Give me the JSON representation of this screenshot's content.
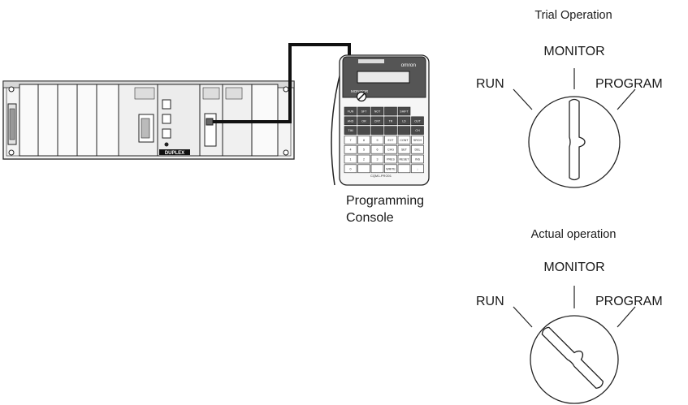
{
  "plc_rack": {
    "duplex_label": "DUPLEX"
  },
  "console": {
    "brand": "omron",
    "mode_text": "MONITOR\nRUN   PROGRAM",
    "model_text": "CQM1-PRO01",
    "caption_line1": "Programming",
    "caption_line2": "Console",
    "keys": [
      [
        "FUN",
        "SFT",
        "NOT",
        "",
        "SHIFT"
      ],
      [
        "AND",
        "OR",
        "CNT",
        "TR",
        "LD",
        "OUT"
      ],
      [
        "TIM",
        "",
        "",
        "",
        "",
        "CH"
      ],
      [
        "7",
        "8",
        "9",
        "EXT",
        "CONT",
        "SRCH"
      ],
      [
        "4",
        "5",
        "6",
        "CHG",
        "SET",
        "DEL"
      ],
      [
        "1",
        "2",
        "3",
        "PRES",
        "RESET",
        "INS"
      ],
      [
        "0",
        "",
        "",
        "WRITE",
        "",
        "↓"
      ]
    ]
  },
  "switches": [
    {
      "title": "Trial Operation",
      "left_label": "RUN",
      "top_label": "MONITOR",
      "right_label": "PROGRAM",
      "position": "MONITOR"
    },
    {
      "title": "Actual operation",
      "left_label": "RUN",
      "top_label": "MONITOR",
      "right_label": "PROGRAM",
      "position": "RUN"
    }
  ]
}
